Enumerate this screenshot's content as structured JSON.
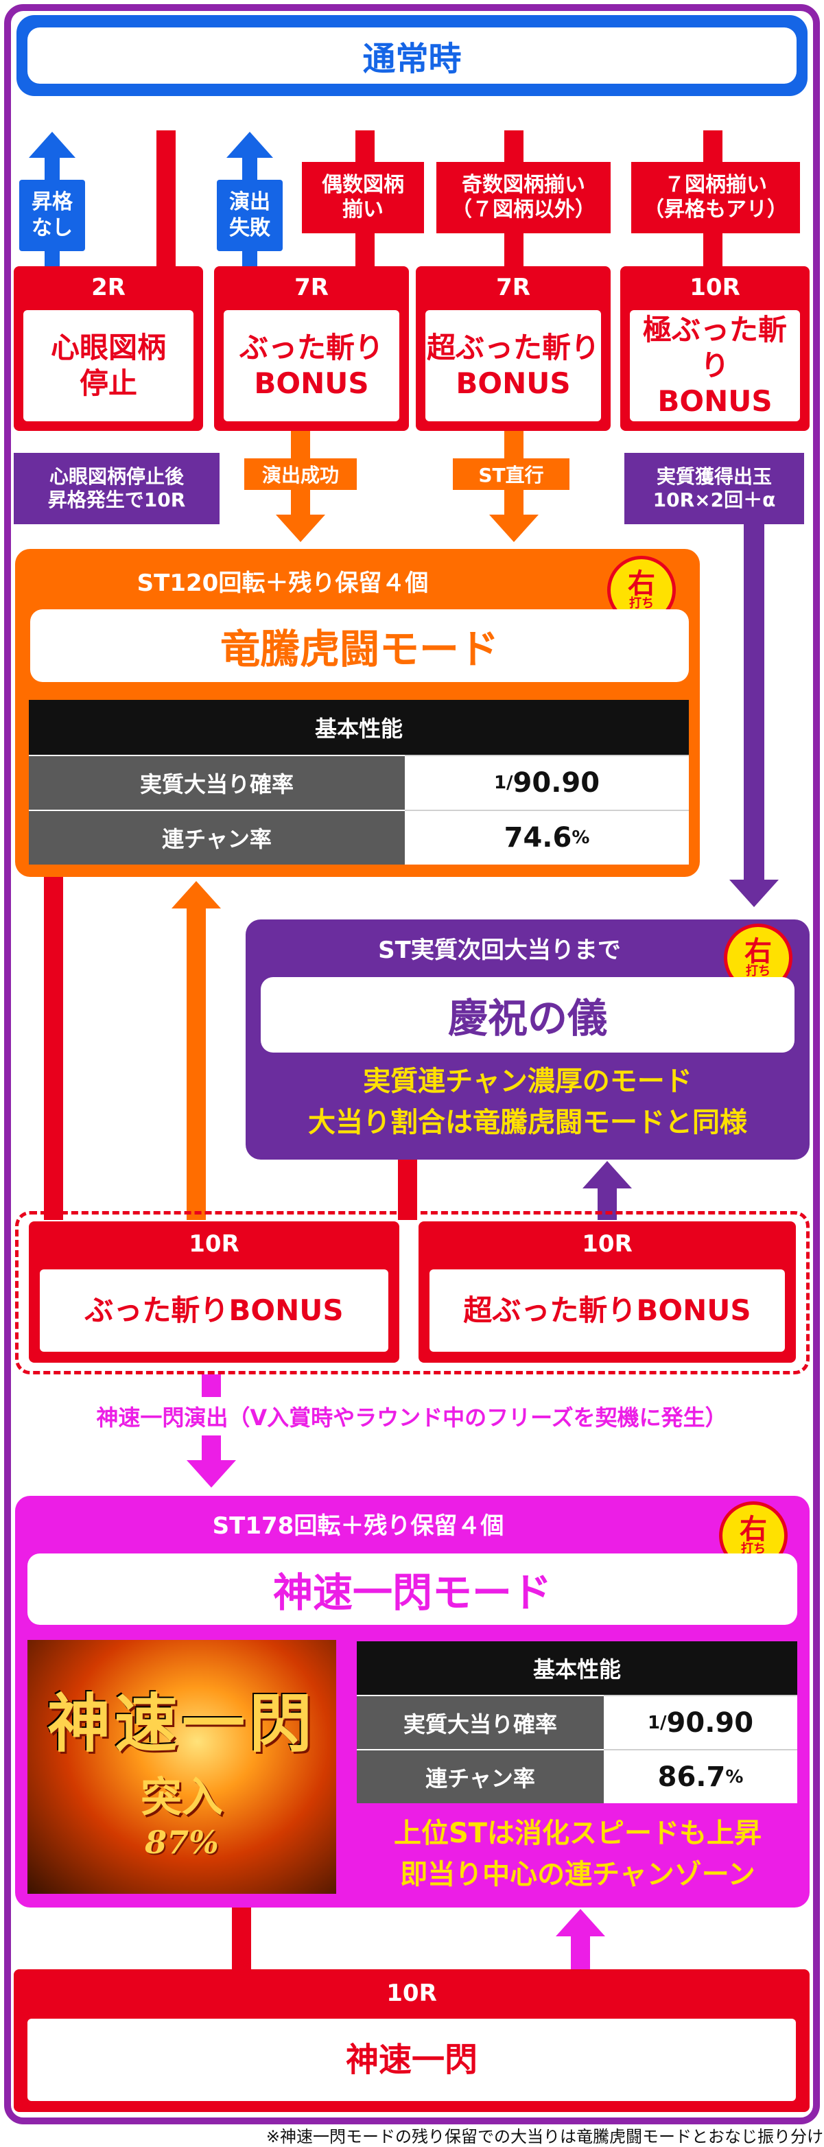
{
  "top": {
    "title": "通常時"
  },
  "left_labels": {
    "promo_none": [
      "昇格",
      "なし"
    ],
    "effect_fail": [
      "演出",
      "失敗"
    ],
    "even": [
      "偶数図柄",
      "揃い"
    ],
    "odd": [
      "奇数図柄揃い",
      "（７図柄以外）"
    ],
    "seven": [
      "７図柄揃い",
      "（昇格もアリ）"
    ]
  },
  "boxes": [
    {
      "round": "2R",
      "lines": [
        "心眼図柄",
        "停止"
      ]
    },
    {
      "round": "7R",
      "lines": [
        "ぶった斬り",
        "BONUS"
      ]
    },
    {
      "round": "7R",
      "lines": [
        "超ぶった斬り",
        "BONUS"
      ]
    },
    {
      "round": "10R",
      "lines": [
        "極ぶった斬り",
        "BONUS"
      ]
    }
  ],
  "under_labels": {
    "shingan": [
      "心眼図柄停止後",
      "昇格発生で10R"
    ],
    "success": "演出成功",
    "st_direct": "ST直行",
    "actual": [
      "実質獲得出玉",
      "10R×2回＋α"
    ]
  },
  "ryuto": {
    "header": "ST120回転＋残り保留４個",
    "name": "竜騰虎闘モード",
    "table_title": "基本性能",
    "row1_label": "実質大当り確率",
    "row1_pre": "1/",
    "row1_value": "90.90",
    "row2_label": "連チャン率",
    "row2_value": "74.6",
    "row2_unit": "%"
  },
  "badge": {
    "big": "右",
    "small": "打ち"
  },
  "keishuku": {
    "header": "ST実質次回大当りまで",
    "name": "慶祝の儀",
    "desc1": "実質連チャン濃厚のモード",
    "desc2": "大当り割合は竜騰虎闘モードと同様"
  },
  "bonus10": [
    {
      "round": "10R",
      "name": "ぶった斬りBONUS"
    },
    {
      "round": "10R",
      "name": "超ぶった斬りBONUS"
    }
  ],
  "shinsoku_note": "神速一閃演出（V入賞時やラウンド中のフリーズを契機に発生）",
  "shinsoku": {
    "header": "ST178回転＋残り保留４個",
    "name": "神速一閃モード",
    "table_title": "基本性能",
    "row1_label": "実質大当り確率",
    "row1_pre": "1/",
    "row1_value": "90.90",
    "row2_label": "連チャン率",
    "row2_value": "86.7",
    "row2_unit": "%",
    "desc1": "上位STは消化スピードも上昇",
    "desc2": "即当り中心の連チャンゾーン",
    "art_title": "神速一閃",
    "art_sub": "突入",
    "art_pct": "87%"
  },
  "bottom": {
    "round": "10R",
    "name": "神速一閃"
  },
  "footnote": "※神速一閃モードの残り保留での大当りは竜騰虎闘モードとおなじ振り分け",
  "colors": {
    "purple": "#6b2d9e",
    "blue": "#1565e6",
    "red": "#e8001c",
    "orange": "#ff6d00",
    "magenta": "#ec1ee6",
    "yellow": "#ffe100"
  }
}
